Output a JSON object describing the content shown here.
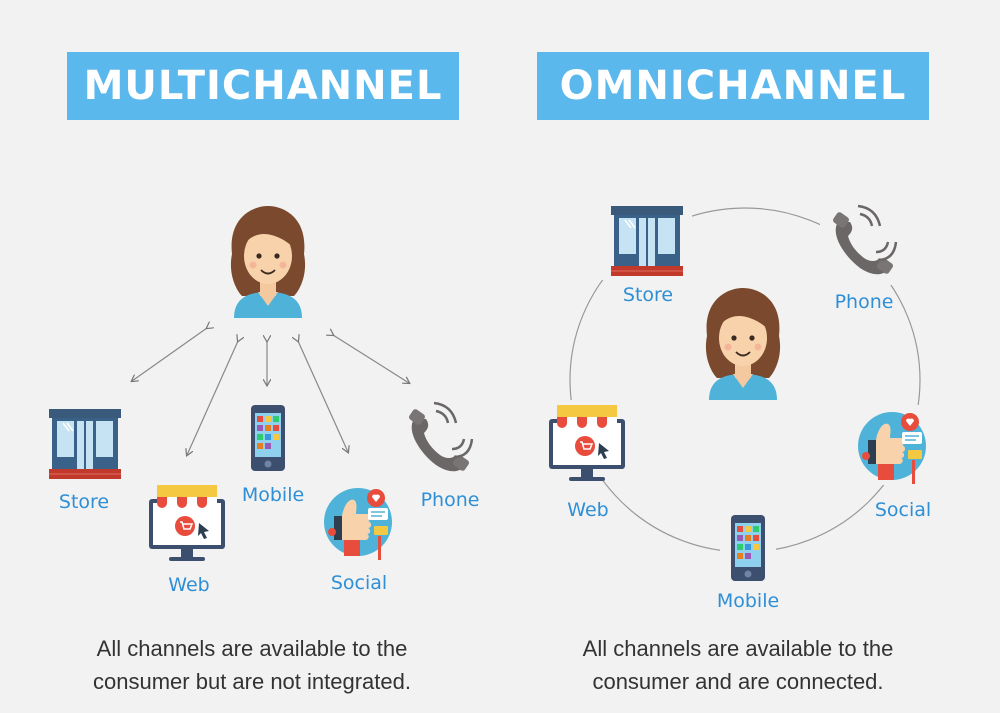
{
  "left": {
    "title": "MULTICHANNEL",
    "labels": {
      "store": "Store",
      "web": "Web",
      "mobile": "Mobile",
      "social": "Social",
      "phone": "Phone"
    },
    "caption_line1": "All channels are available to the",
    "caption_line2": "consumer but are not integrated."
  },
  "right": {
    "title": "OMNICHANNEL",
    "labels": {
      "store": "Store",
      "phone": "Phone",
      "web": "Web",
      "social": "Social",
      "mobile": "Mobile"
    },
    "caption_line1": "All channels are available to the",
    "caption_line2": "consumer and are connected."
  },
  "colors": {
    "banner": "#5bb8ec",
    "label": "#2e8fd6",
    "background": "#f2f2f2"
  }
}
